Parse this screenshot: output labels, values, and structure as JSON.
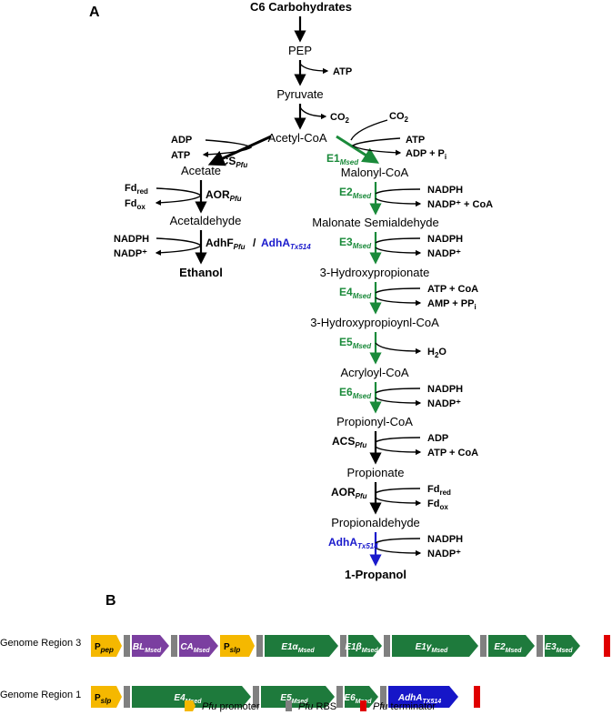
{
  "panels": {
    "a": "A",
    "b": "B"
  },
  "metabolites": {
    "c6": "C6 Carbohydrates",
    "pep": "PEP",
    "pyruvate": "Pyruvate",
    "acetylcoa": "Acetyl-CoA",
    "acetate": "Acetate",
    "acetaldehyde": "Acetaldehyde",
    "ethanol": "Ethanol",
    "malonylcoa": "Malonyl-CoA",
    "malonate_sa": "Malonate Semialdehyde",
    "hp3": "3-Hydroxypropionate",
    "hpcoa": "3-Hydroxypropioynl-CoA",
    "acryloylcoa": "Acryloyl-CoA",
    "propionylcoa": "Propionyl-CoA",
    "propionate": "Propionate",
    "propionaldehyde": "Propionaldehyde",
    "propanol": "1-Propanol"
  },
  "cofactors": {
    "atp1": "ATP",
    "co2_out": "CO",
    "co2_in": "CO",
    "sub2": "2",
    "atp_e1": "ATP",
    "adp_e1": "ADP + P",
    "adp_e1_sub": "i",
    "adp_acs": "ADP",
    "atp_acs": "ATP",
    "fd_red": "Fd",
    "fd_red_sub": "red",
    "fd_ox": "Fd",
    "fd_ox_sub": "ox",
    "nadph_l": "NADPH",
    "nadp_l": "NADP⁺",
    "nadph_e2": "NADPH",
    "nadp_e2": "NADP⁺ + CoA",
    "nadph_e3": "NADPH",
    "nadp_e3": "NADP⁺",
    "atp_e4": "ATP + CoA",
    "amp_e4": "AMP + PP",
    "amp_e4_sub": "i",
    "h2o": "H",
    "h2o_sub": "2",
    "h2o_o": "O",
    "nadph_e6": "NADPH",
    "nadp_e6": "NADP⁺",
    "adp_acs2": "ADP",
    "atp_acs2": "ATP + CoA",
    "fd_red2": "Fd",
    "fd_red2_sub": "red",
    "fd_ox2": "Fd",
    "fd_ox2_sub": "ox",
    "nadph_adh": "NADPH",
    "nadp_adh": "NADP⁺"
  },
  "enzymes": {
    "acs_l": "ACS",
    "acs_l_sub": "Pfu",
    "aor_l": "AOR",
    "aor_l_sub": "Pfu",
    "adhf": "AdhF",
    "adhf_sub": "Pfu",
    "slash": "/",
    "adha_l": "AdhA",
    "adha_l_sub": "Tx514",
    "e1": "E1",
    "e2": "E2",
    "e3": "E3",
    "e4": "E4",
    "e5": "E5",
    "e6": "E6",
    "msed": "Msed",
    "acs_r": "ACS",
    "acs_r_sub": "Pfu",
    "aor_r": "AOR",
    "aor_r_sub": "Pfu",
    "adha_r": "AdhA",
    "adha_r_sub": "Tx514"
  },
  "operons": {
    "region3": {
      "label": "Genome Region 3",
      "genes": [
        {
          "kind": "promoter",
          "name": "P",
          "sub": "pep"
        },
        {
          "kind": "gene",
          "name": "BL",
          "sub": "Msed",
          "color": "#7b3fa0"
        },
        {
          "kind": "gene",
          "name": "CA",
          "sub": "Msed",
          "color": "#7b3fa0"
        },
        {
          "kind": "promoter",
          "name": "P",
          "sub": "slp"
        },
        {
          "kind": "gene",
          "name": "E1α",
          "sub": "Msed",
          "color": "#1e7a3c"
        },
        {
          "kind": "gene",
          "name": "E1β",
          "sub": "Msed",
          "color": "#1e7a3c"
        },
        {
          "kind": "gene",
          "name": "E1γ",
          "sub": "Msed",
          "color": "#1e7a3c"
        },
        {
          "kind": "gene",
          "name": "E2",
          "sub": "Msed",
          "color": "#1e7a3c"
        },
        {
          "kind": "gene",
          "name": "E3",
          "sub": "Msed",
          "color": "#1e7a3c"
        }
      ]
    },
    "region1": {
      "label": "Genome Region 1",
      "genes": [
        {
          "kind": "promoter",
          "name": "P",
          "sub": "slp"
        },
        {
          "kind": "gene",
          "name": "E4",
          "sub": "Msed",
          "color": "#1e7a3c"
        },
        {
          "kind": "gene",
          "name": "E5",
          "sub": "Msed",
          "color": "#1e7a3c"
        },
        {
          "kind": "gene",
          "name": "E6",
          "sub": "Msed",
          "color": "#1e7a3c"
        },
        {
          "kind": "gene",
          "name": "AdhA",
          "sub": "TX514",
          "color": "#1616c8"
        }
      ]
    }
  },
  "legend": {
    "promoter": "promoter",
    "rbs": "RBS",
    "terminator": "terminator",
    "org": "Pfu"
  },
  "colors": {
    "green": "#1a8a3a",
    "blue": "#1a1acc",
    "promoter": "#f5b800",
    "rbs": "#808080",
    "terminator": "#e00000",
    "purple": "#7b3fa0",
    "gene_green": "#1e7a3c"
  }
}
